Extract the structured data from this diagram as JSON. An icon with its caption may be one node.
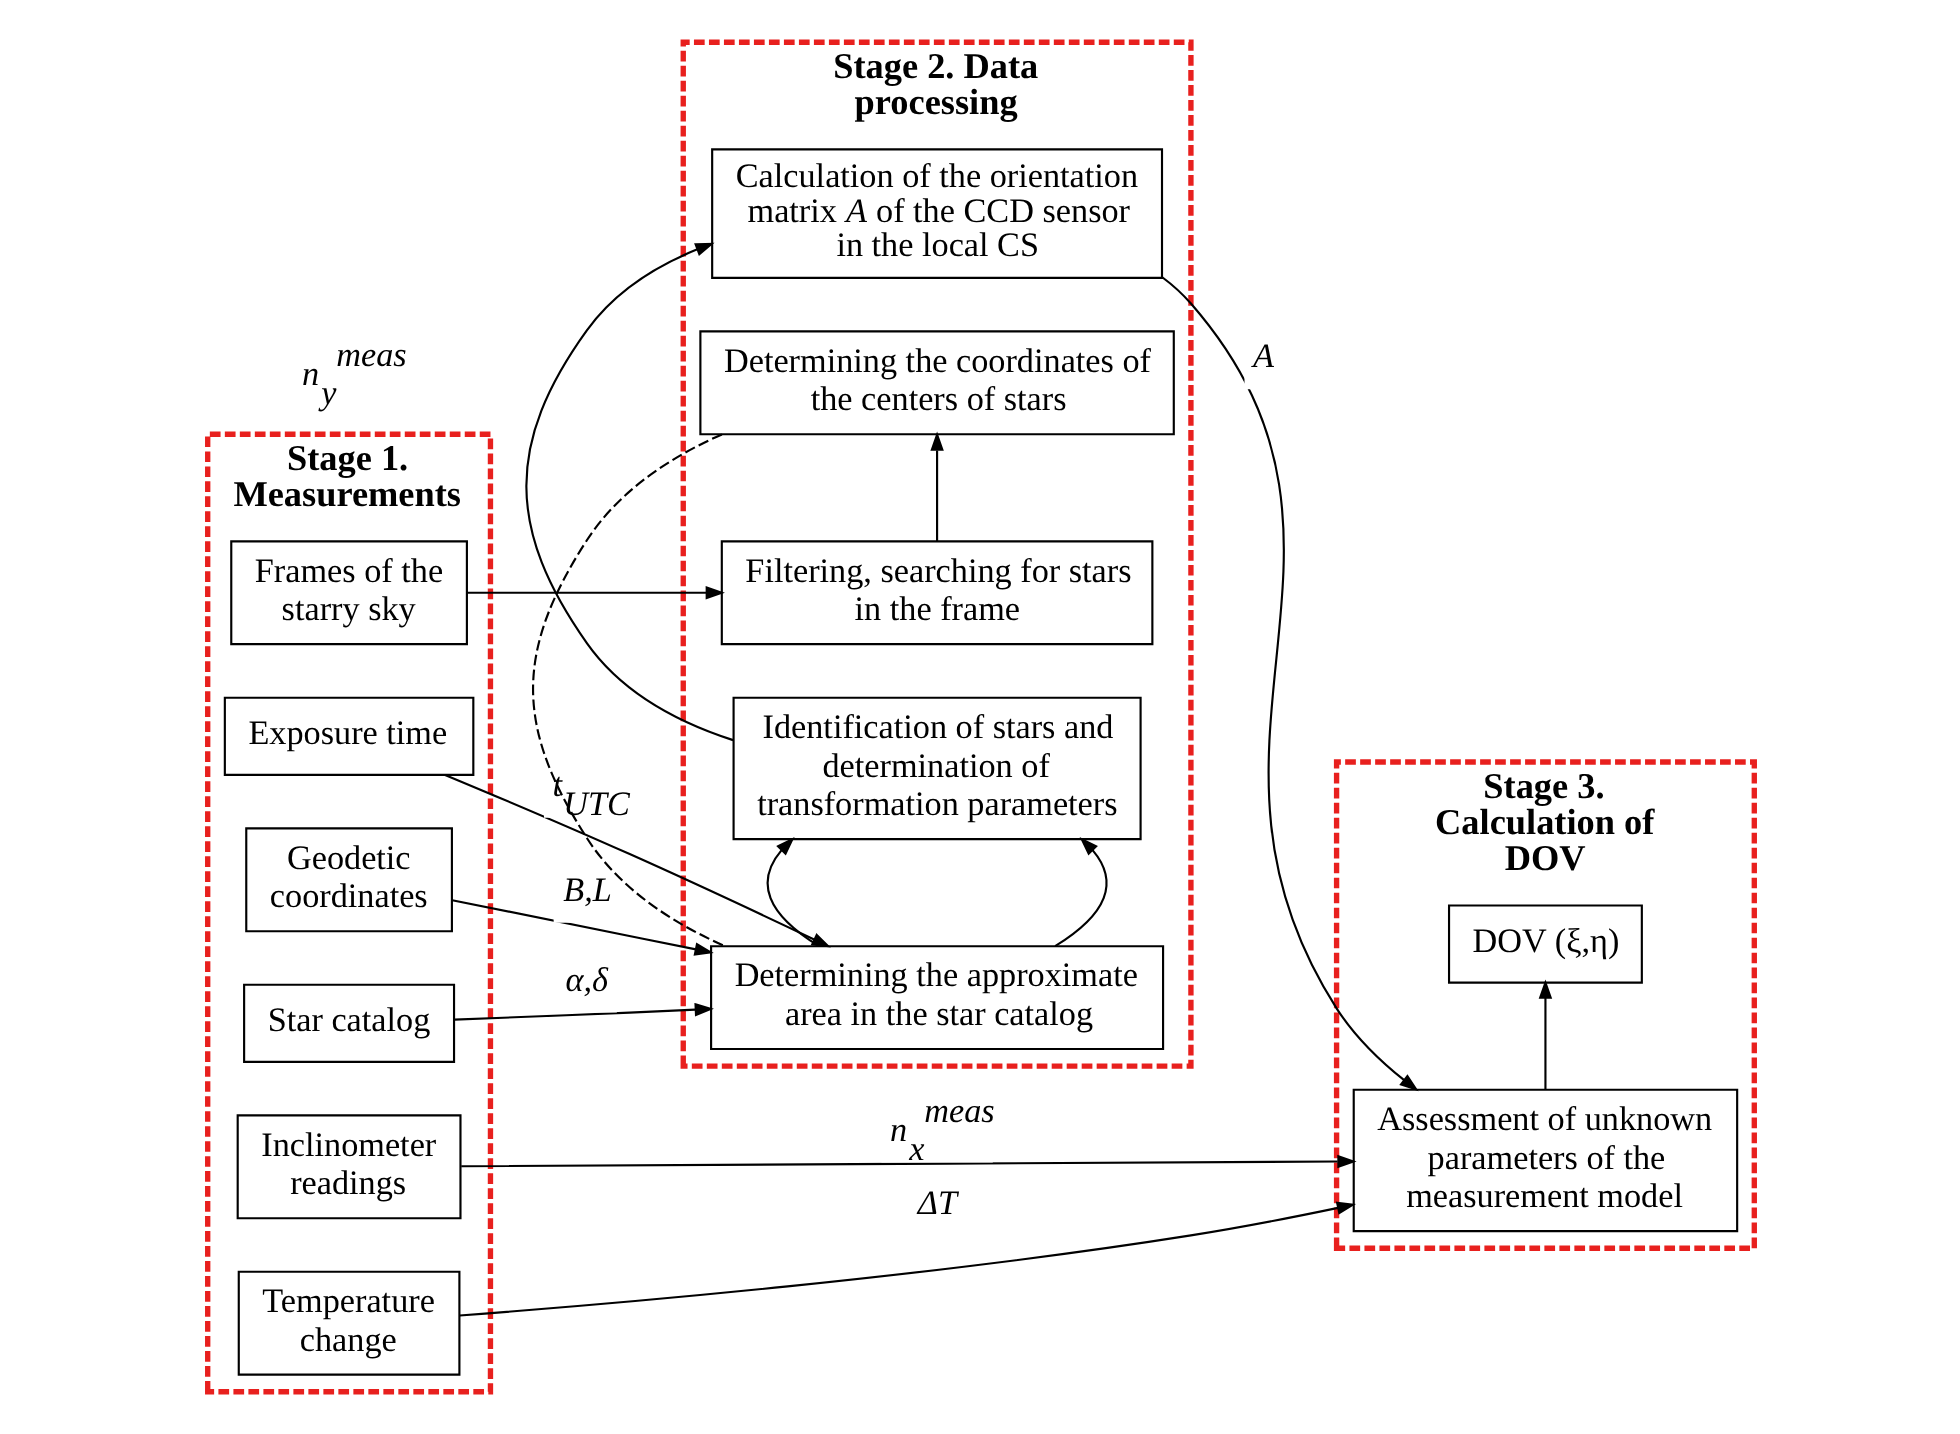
{
  "diagram": {
    "nodes": [
      {
        "text": [
          "Stage 1. Measurements"
        ]
      },
      {
        "text": [
          "Frames of the starry sky"
        ],
        "in": 0
      },
      {
        "text": [
          "Exposure time"
        ],
        "in": 0
      },
      {
        "text": [
          "Geodetic coordinates"
        ],
        "in": 0
      },
      {
        "text": [
          "Star catalog"
        ],
        "in": 0
      },
      {
        "text": [
          "Inclinometer readings"
        ],
        "in": 0
      },
      {
        "text": [
          "Temperature change"
        ],
        "in": 0
      },
      {
        "text": [
          "Stage 2. Data processing"
        ]
      },
      {
        "text": [
          "Filtering, searching for stars in the frame"
        ],
        "in": 7
      },
      {
        "text": [
          "Determining the coordinates of the centers of stars"
        ],
        "in": 7
      },
      {
        "text": [
          "Determining the approximate area in the star catalog"
        ],
        "in": 7
      },
      {
        "text": [
          "Identification of stars and determination of transformation parameters"
        ],
        "in": 7
      },
      {
        "text": [
          "Calculation of the orientation matrix *A* of the CCD sensor in the local CS"
        ],
        "in": 7
      },
      {
        "text": [
          "Stage 3. Calculation of DOV"
        ]
      },
      {
        "text": [
          "Assessment of unknown parameters of the measurement model"
        ],
        "in": 13
      },
      {
        "text": [
          "DOV (ξ,η)"
        ],
        "in": 13
      }
    ],
    "edges": [
      {
        "from": 1,
        "to": 8,
        "arrow": "to"
      },
      {
        "from": 2,
        "to": 10,
        "arrow": "to",
        "label": "t$_{UTC}$"
      },
      {
        "from": 3,
        "to": 10,
        "arrow": "to",
        "label": "B,L"
      },
      {
        "from": 4,
        "to": 10,
        "arrow": "to",
        "label": "α,δ"
      },
      {
        "from": 8,
        "to": 9,
        "arrow": "to"
      },
      {
        "from": 9,
        "to": 10,
        "arrow": "none",
        "style": "dashed"
      },
      {
        "from": 10,
        "to": 11,
        "arrow": "to"
      },
      {
        "from": 10,
        "to": 11,
        "arrow": "to"
      },
      {
        "from": 11,
        "to": 12,
        "arrow": "to"
      },
      {
        "from": 12,
        "to": 14,
        "arrow": "to",
        "label": "A"
      },
      {
        "from": 5,
        "to": 14,
        "arrow": "to",
        "label": "n$_{x}$$^{meas}$"
      },
      {
        "from": 6,
        "to": 14,
        "arrow": "to",
        "label": "ΔT"
      },
      {
        "from": 14,
        "to": 15,
        "arrow": "to"
      }
    ],
    "labels": [
      "n$_{y}$$^{meas}$"
    ]
  }
}
